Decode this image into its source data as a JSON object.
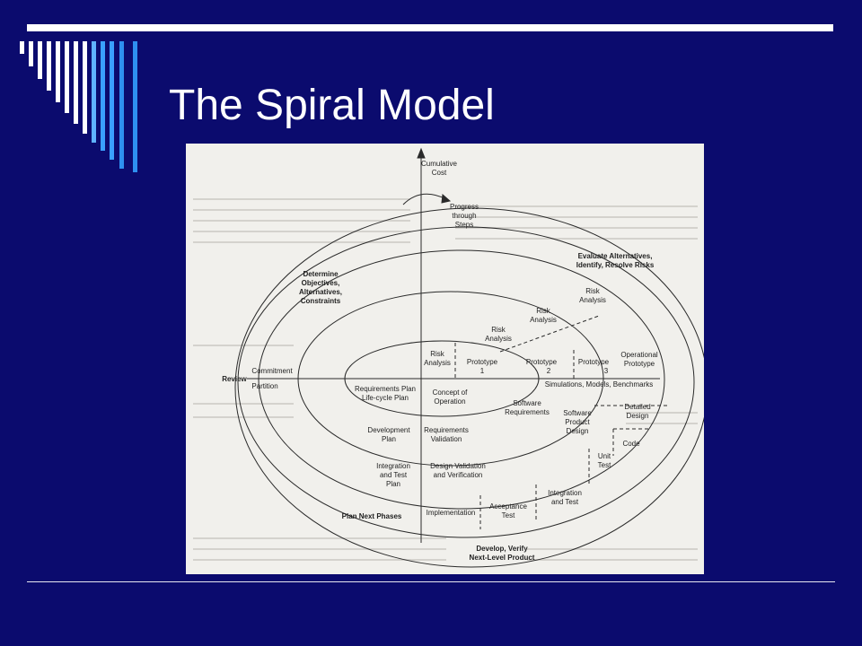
{
  "slide": {
    "title": "The Spiral Model",
    "colors": {
      "background": "#0b0b6e",
      "accent_bars": "#3aa0ff",
      "rule": "#ffffff"
    }
  },
  "diagram": {
    "axis": {
      "cost_label": [
        "Cumulative",
        "Cost"
      ],
      "progress_label": [
        "Progress",
        "through",
        "Steps"
      ]
    },
    "quadrants": {
      "top_left": [
        "Determine",
        "Objectives,",
        "Alternatives,",
        "Constraints"
      ],
      "top_right": [
        "Evaluate Alternatives,",
        "Identify, Resolve Risks"
      ],
      "bottom_left": "Plan Next Phases",
      "bottom_right": [
        "Develop, Verify",
        "Next-Level Product"
      ]
    },
    "review": {
      "label": "Review",
      "commitment": "Commitment",
      "partition": "Partition"
    },
    "risk_analysis": [
      [
        "Risk",
        "Analysis"
      ],
      [
        "Risk",
        "Analysis"
      ],
      [
        "Risk",
        "Analysis"
      ],
      [
        "Risk",
        "Analysis"
      ]
    ],
    "prototypes": [
      [
        "Prototype",
        "1"
      ],
      [
        "Prototype",
        "2"
      ],
      [
        "Prototype",
        "3"
      ],
      [
        "Operational",
        "Prototype"
      ]
    ],
    "simulations": "Simulations, Models, Benchmarks",
    "plans": [
      [
        "Requirements Plan",
        "Life-cycle Plan"
      ],
      [
        "Development",
        "Plan"
      ],
      [
        "Integration",
        "and Test",
        "Plan"
      ]
    ],
    "steps": {
      "concept": [
        "Concept of",
        "Operation"
      ],
      "software_requirements": [
        "Software",
        "Requirements"
      ],
      "requirements_validation": [
        "Requirements",
        "Validation"
      ],
      "software_product_design": [
        "Software",
        "Product",
        "Design"
      ],
      "design_validation": [
        "Design Validation",
        "and Verification"
      ],
      "detailed_design": [
        "Detailed",
        "Design"
      ],
      "code": "Code",
      "unit_test": [
        "Unit",
        "Test"
      ],
      "integration_test": [
        "Integration",
        "and Test"
      ],
      "acceptance_test": [
        "Acceptance",
        "Test"
      ],
      "implementation": "Implementation"
    }
  }
}
